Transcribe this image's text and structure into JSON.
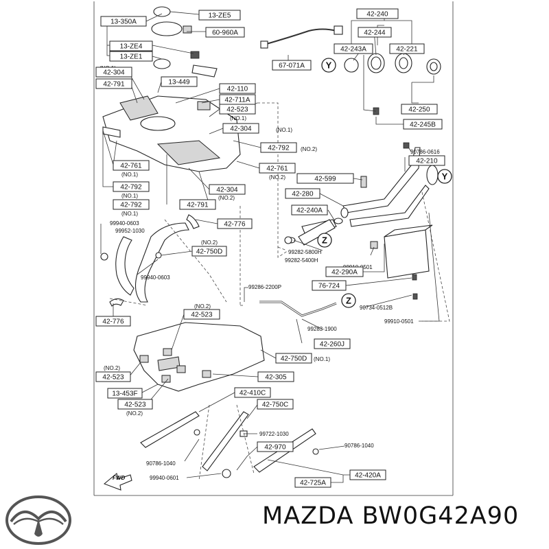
{
  "callouts": [
    {
      "id": "c01",
      "text": "13-350A"
    },
    {
      "id": "c02",
      "text": "13-ZE5"
    },
    {
      "id": "c03",
      "text": "60-960A"
    },
    {
      "id": "c04",
      "text": "13-ZE4"
    },
    {
      "id": "c05",
      "text": "13-ZE1"
    },
    {
      "id": "c06",
      "text": "(NO.1)"
    },
    {
      "id": "c07",
      "text": "42-304"
    },
    {
      "id": "c08",
      "text": "42-791"
    },
    {
      "id": "c09",
      "text": "13-449"
    },
    {
      "id": "c10",
      "text": "42-110"
    },
    {
      "id": "c11",
      "text": "42-711A"
    },
    {
      "id": "c12",
      "text": "42-523"
    },
    {
      "id": "c13",
      "text": "(NO.1)"
    },
    {
      "id": "c14",
      "text": "42-304"
    },
    {
      "id": "c15",
      "text": "(NO.1)"
    },
    {
      "id": "c16",
      "text": "42-792"
    },
    {
      "id": "c17",
      "text": "(NO.2)"
    },
    {
      "id": "c18",
      "text": "42-761"
    },
    {
      "id": "c19",
      "text": "(NO.1)"
    },
    {
      "id": "c20",
      "text": "42-792"
    },
    {
      "id": "c21",
      "text": "(NO.1)"
    },
    {
      "id": "c22",
      "text": "42-792"
    },
    {
      "id": "c23",
      "text": "(NO.1)"
    },
    {
      "id": "c24",
      "text": "42-791"
    },
    {
      "id": "c25",
      "text": "42-304"
    },
    {
      "id": "c26",
      "text": "(NO.2)"
    },
    {
      "id": "c27",
      "text": "42-761"
    },
    {
      "id": "c28",
      "text": "(NO.2)"
    },
    {
      "id": "c29",
      "text": "42-240"
    },
    {
      "id": "c30",
      "text": "42-244"
    },
    {
      "id": "c31",
      "text": "42-243A"
    },
    {
      "id": "c32",
      "text": "42-221"
    },
    {
      "id": "c33",
      "text": "67-071A"
    },
    {
      "id": "c34",
      "text": "42-250"
    },
    {
      "id": "c35",
      "text": "42-245B"
    },
    {
      "id": "c36",
      "text": "90786-0616"
    },
    {
      "id": "c37",
      "text": "42-210"
    },
    {
      "id": "c38",
      "text": "42-599"
    },
    {
      "id": "c39",
      "text": "42-280"
    },
    {
      "id": "c40",
      "text": "42-240A"
    },
    {
      "id": "c41",
      "text": "99282-5800H"
    },
    {
      "id": "c42",
      "text": "99282-5400H"
    },
    {
      "id": "c43",
      "text": "99910-0501"
    },
    {
      "id": "c44",
      "text": "42-290A"
    },
    {
      "id": "c45",
      "text": "76-724"
    },
    {
      "id": "c46",
      "text": "99286-2200P"
    },
    {
      "id": "c47",
      "text": "90734-0512B"
    },
    {
      "id": "c48",
      "text": "99910-0501"
    },
    {
      "id": "c49",
      "text": "99283-1900"
    },
    {
      "id": "c50",
      "text": "42-260J"
    },
    {
      "id": "c51",
      "text": "99940-0603"
    },
    {
      "id": "c52",
      "text": "99952-1030"
    },
    {
      "id": "c53",
      "text": "42-776"
    },
    {
      "id": "c54",
      "text": "(NO.2)"
    },
    {
      "id": "c55",
      "text": "42-750D"
    },
    {
      "id": "c56",
      "text": "99940-0603"
    },
    {
      "id": "c57",
      "text": "42-776"
    },
    {
      "id": "c58",
      "text": "(NO.2)"
    },
    {
      "id": "c59",
      "text": "42-523"
    },
    {
      "id": "c60",
      "text": "42-750D"
    },
    {
      "id": "c61",
      "text": "(NO.1)"
    },
    {
      "id": "c62",
      "text": "(NO.2)"
    },
    {
      "id": "c63",
      "text": "42-523"
    },
    {
      "id": "c64",
      "text": "42-305"
    },
    {
      "id": "c65",
      "text": "13-453F"
    },
    {
      "id": "c66",
      "text": "42-410C"
    },
    {
      "id": "c67",
      "text": "42-523"
    },
    {
      "id": "c68",
      "text": "(NO.2)"
    },
    {
      "id": "c69",
      "text": "42-750C"
    },
    {
      "id": "c70",
      "text": "99722-1030"
    },
    {
      "id": "c71",
      "text": "90786-1040"
    },
    {
      "id": "c72",
      "text": "42-970"
    },
    {
      "id": "c73",
      "text": "90786-1040"
    },
    {
      "id": "c74",
      "text": "99940-0601"
    },
    {
      "id": "c75",
      "text": "42-420A"
    },
    {
      "id": "c76",
      "text": "42-725A"
    },
    {
      "id": "c77",
      "text": "FWD"
    },
    {
      "id": "c78",
      "text": "Y"
    },
    {
      "id": "c79",
      "text": "Y"
    },
    {
      "id": "c80",
      "text": "Z"
    },
    {
      "id": "c81",
      "text": "Z"
    }
  ],
  "brand": {
    "name": "MAZDA",
    "part_number": "BW0G42A90"
  }
}
